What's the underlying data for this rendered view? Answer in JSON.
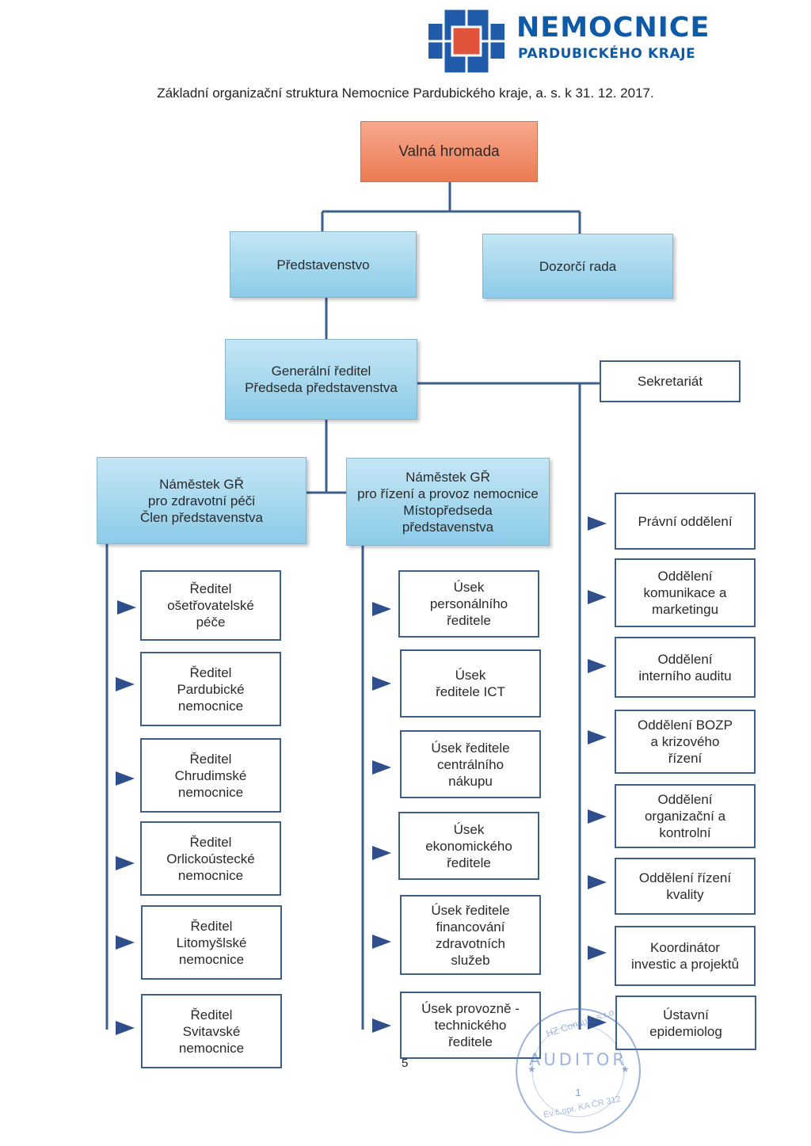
{
  "logo": {
    "name": "NEMOCNICE",
    "subtitle": "PARDUBICKÉHO KRAJE",
    "colors": {
      "blue": "#1f5ba8",
      "red": "#e2533b"
    }
  },
  "title": "Základní organizační struktura Nemocnice Pardubického kraje, a. s. k 31. 12. 2017.",
  "colors": {
    "line": "#3c5f8c",
    "arrow": "#2f4f8c",
    "top_box": "#ef8a63",
    "board_box": "#a8d9f0"
  },
  "boxes": {
    "valna_hromada": [
      "Valná hromada"
    ],
    "predstavenstvo": [
      "Představenstvo"
    ],
    "dozorci_rada": [
      "Dozorčí rada"
    ],
    "generalni_reditel": [
      "Generální ředitel",
      "Předseda představenstva"
    ],
    "sekretariat": [
      "Sekretariát"
    ],
    "namestek_pece": [
      "Náměstek GŘ",
      "pro zdravotní péči",
      "Člen představenstva"
    ],
    "namestek_provoz": [
      "Náměstek GŘ",
      "pro řízení a provoz nemocnice",
      "Místopředseda",
      "představenstva"
    ]
  },
  "left_column": [
    [
      "Ředitel",
      "ošetřovatelské",
      "péče"
    ],
    [
      "Ředitel",
      "Pardubické",
      "nemocnice"
    ],
    [
      "Ředitel",
      "Chrudimské",
      "nemocnice"
    ],
    [
      "Ředitel",
      "Orlickoústecké",
      "nemocnice"
    ],
    [
      "Ředitel",
      "Litomyšlské",
      "nemocnice"
    ],
    [
      "Ředitel",
      "Svitavské",
      "nemocnice"
    ]
  ],
  "middle_column": [
    [
      "Úsek",
      "personálního",
      "ředitele"
    ],
    [
      "Úsek",
      "ředitele ICT"
    ],
    [
      "Úsek ředitele",
      "centrálního",
      "nákupu"
    ],
    [
      "Úsek",
      "ekonomického",
      "ředitele"
    ],
    [
      "Úsek ředitele",
      "financování",
      "zdravotních",
      "služeb"
    ],
    [
      "Úsek provozně -",
      "technického",
      "ředitele"
    ]
  ],
  "right_column": [
    [
      "Právní oddělení"
    ],
    [
      "Oddělení",
      "komunikace a",
      "marketingu"
    ],
    [
      "Oddělení",
      "interního auditu"
    ],
    [
      "Oddělení BOZP",
      "a krizového",
      "řízení"
    ],
    [
      "Oddělení",
      "organizační a",
      "kontrolní"
    ],
    [
      "Oddělení řízení",
      "kvality"
    ],
    [
      "Koordinátor",
      "investic a projektů"
    ],
    [
      "Ústavní",
      "epidemiolog"
    ]
  ],
  "page_number": "5",
  "stamp": {
    "word": "AUDITOR",
    "top_text": "HZ Consult, s.r.o.",
    "number": "1",
    "bottom_text": "Ev.č.opr. KA ČR 312"
  }
}
